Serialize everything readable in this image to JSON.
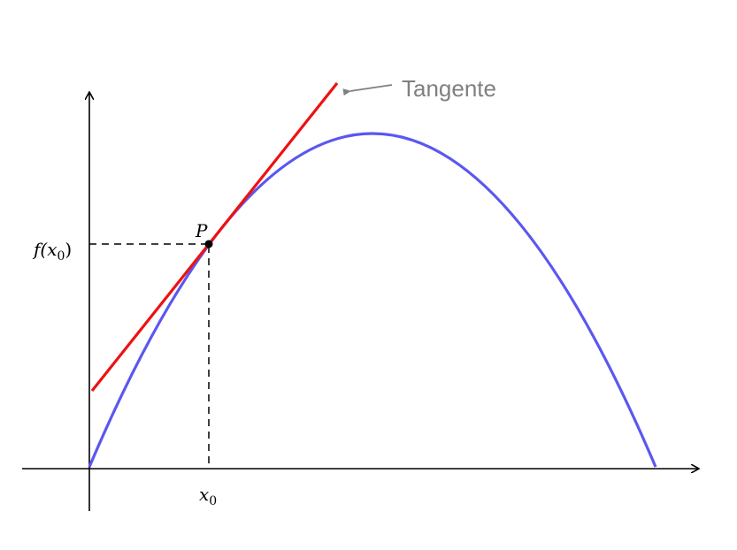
{
  "labels": {
    "tangent": "Tangente",
    "point": "P",
    "fx0_pre": "f(",
    "fx0_var": "x",
    "fx0_sub": "0",
    "fx0_post": ")",
    "x0_var": "x",
    "x0_sub": "0"
  },
  "colors": {
    "curve": "#5b57f0",
    "tangent": "#ee1111",
    "axes": "#000000",
    "callout": "#808080"
  }
}
